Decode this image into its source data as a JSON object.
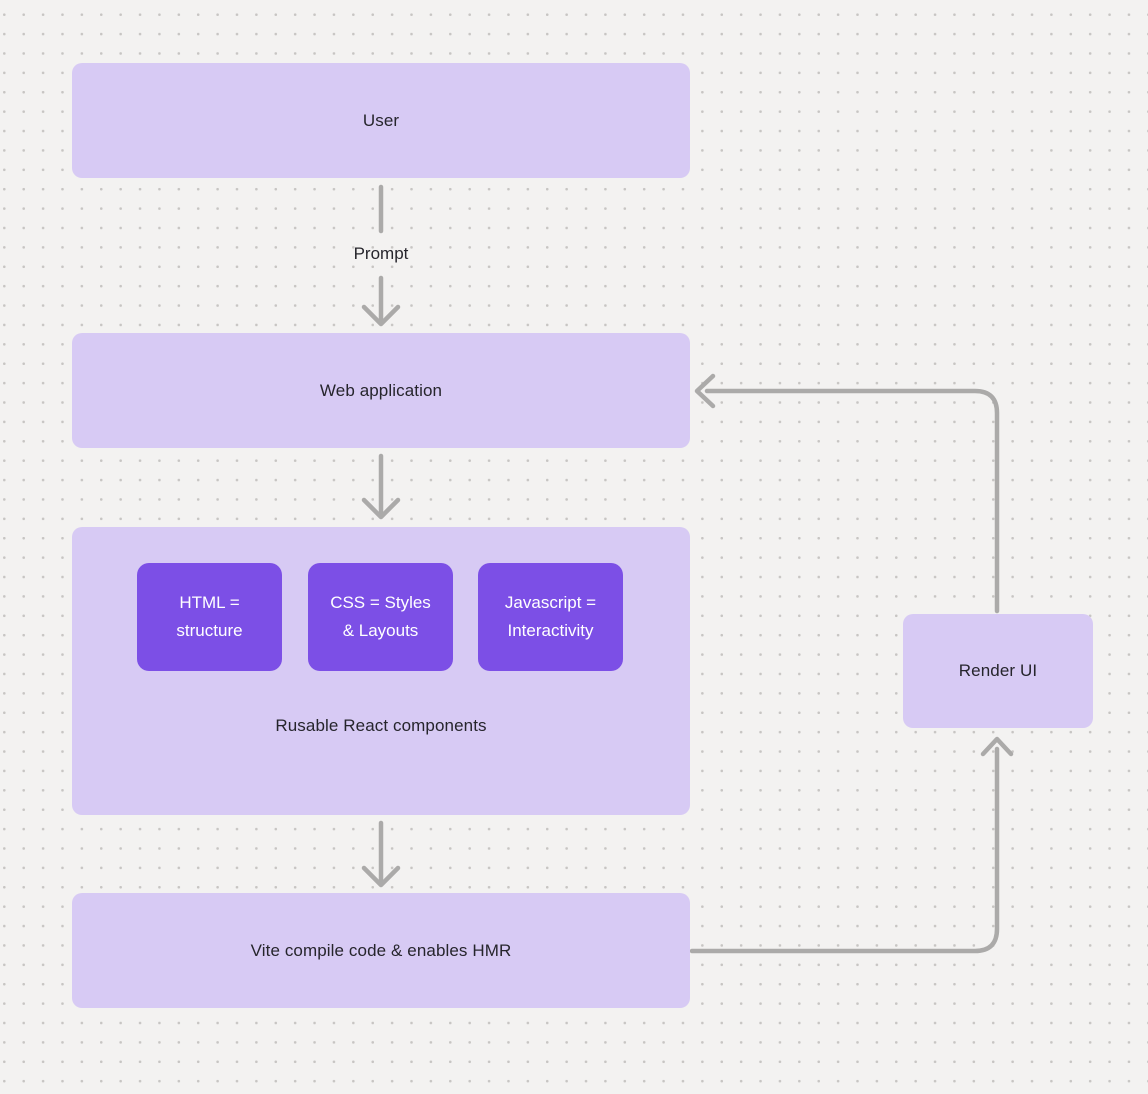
{
  "theme": {
    "background": "#f3f2f1",
    "dot_color": "#c7c5c3",
    "box_light_fill": "#d7caf4",
    "box_dark_fill": "#7c4fe6",
    "arrow_color": "#abaaa9",
    "text_dark": "#26252c",
    "text_light": "#ffffff"
  },
  "nodes": {
    "user": {
      "label": "User"
    },
    "web_application": {
      "label": "Web application"
    },
    "components_group": {
      "label": "Rusable React components"
    },
    "component_boxes": [
      {
        "lines": [
          "HTML =",
          "structure"
        ]
      },
      {
        "lines": [
          "CSS = Styles",
          "& Layouts"
        ]
      },
      {
        "lines": [
          "Javascript =",
          "Interactivity"
        ]
      }
    ],
    "vite": {
      "label": "Vite compile code & enables HMR"
    },
    "render_ui": {
      "label": "Render UI"
    }
  },
  "edges": {
    "prompt_label": "Prompt"
  }
}
